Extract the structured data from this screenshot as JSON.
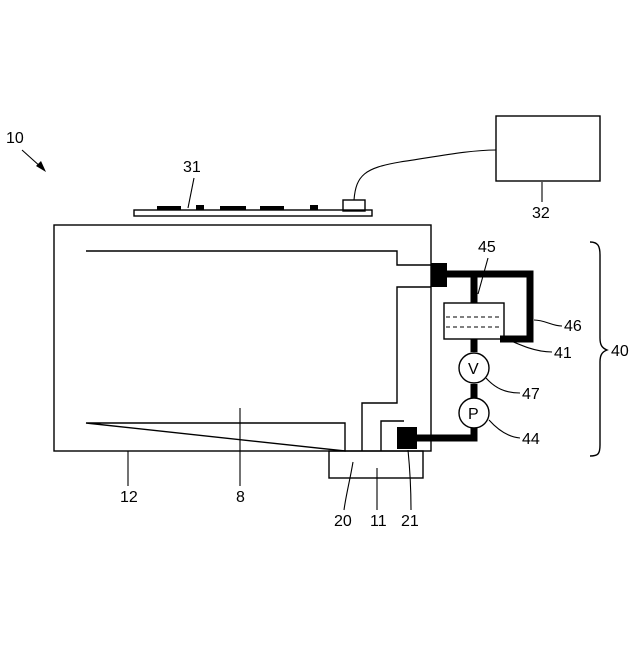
{
  "labels": {
    "ref_10": "10",
    "ref_31": "31",
    "ref_32": "32",
    "ref_45": "45",
    "ref_46": "46",
    "ref_41": "41",
    "ref_47": "47",
    "ref_44": "44",
    "ref_40": "40",
    "ref_12": "12",
    "ref_8": "8",
    "ref_20": "20",
    "ref_11": "11",
    "ref_21": "21"
  },
  "symbols": {
    "valve": "V",
    "pump": "P"
  }
}
